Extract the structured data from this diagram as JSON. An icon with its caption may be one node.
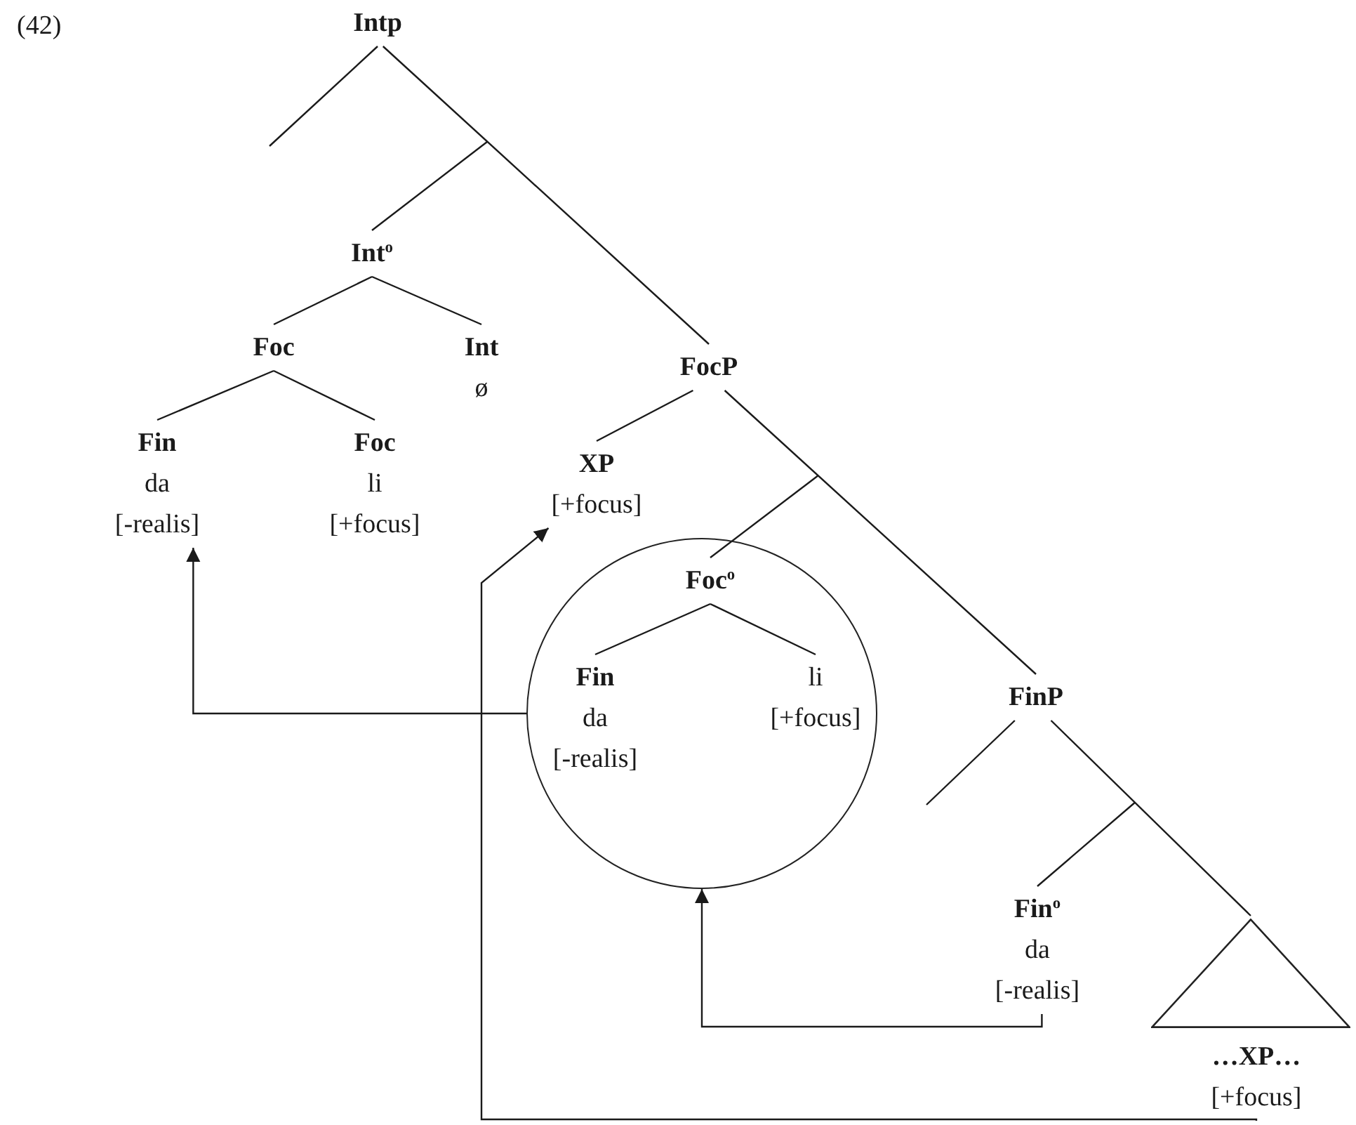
{
  "diagram": {
    "nodes": [
      {
        "text": [
          "Intp"
        ]
      },
      {
        "text": [
          "Int$^{o}$"
        ]
      },
      {
        "text": [
          "Foc"
        ]
      },
      {
        "text": [
          "Int",
          "ø"
        ]
      },
      {
        "text": [
          "FocP"
        ]
      },
      {
        "text": [
          "Fin",
          "da",
          "[-realis]"
        ]
      },
      {
        "text": [
          "Foc",
          "li",
          "[+focus]"
        ]
      },
      {
        "text": [
          "XP",
          "[+focus]"
        ]
      },
      {
        "text": [],
        "shape": "circle"
      },
      {
        "text": [
          "Foc$^{o}$"
        ],
        "in": 8
      },
      {
        "text": [
          "Fin",
          "da",
          "[-realis]"
        ],
        "in": 8
      },
      {
        "text": [
          "li",
          "[+focus]"
        ],
        "in": 8
      },
      {
        "text": [
          "FinP"
        ]
      },
      {
        "text": [
          "Fin$^{o}$",
          "da",
          "[-realis]"
        ]
      },
      {
        "text": [],
        "shape": "triangle"
      },
      {
        "text": [
          "…XP…",
          "[+focus]"
        ]
      }
    ],
    "edges": [
      {
        "from": 0,
        "to": null,
        "arrow": "none"
      },
      {
        "from": 0,
        "to": 4,
        "arrow": "none"
      },
      {
        "from": null,
        "to": 1,
        "arrow": "none"
      },
      {
        "from": 1,
        "to": 2,
        "arrow": "none"
      },
      {
        "from": 1,
        "to": 3,
        "arrow": "none"
      },
      {
        "from": 2,
        "to": 5,
        "arrow": "none"
      },
      {
        "from": 2,
        "to": 6,
        "arrow": "none"
      },
      {
        "from": 4,
        "to": 7,
        "arrow": "none"
      },
      {
        "from": 4,
        "to": 12,
        "arrow": "none"
      },
      {
        "from": null,
        "to": 9,
        "arrow": "none"
      },
      {
        "from": 9,
        "to": 10,
        "arrow": "none"
      },
      {
        "from": 9,
        "to": 11,
        "arrow": "none"
      },
      {
        "from": 12,
        "to": null,
        "arrow": "none"
      },
      {
        "from": 12,
        "to": 14,
        "arrow": "none"
      },
      {
        "from": null,
        "to": 13,
        "arrow": "none"
      },
      {
        "from": 8,
        "to": 5,
        "arrow": "to"
      },
      {
        "from": 13,
        "to": 8,
        "arrow": "to"
      },
      {
        "from": 15,
        "to": 7,
        "arrow": "to"
      }
    ],
    "labels": [
      "(42)"
    ]
  }
}
